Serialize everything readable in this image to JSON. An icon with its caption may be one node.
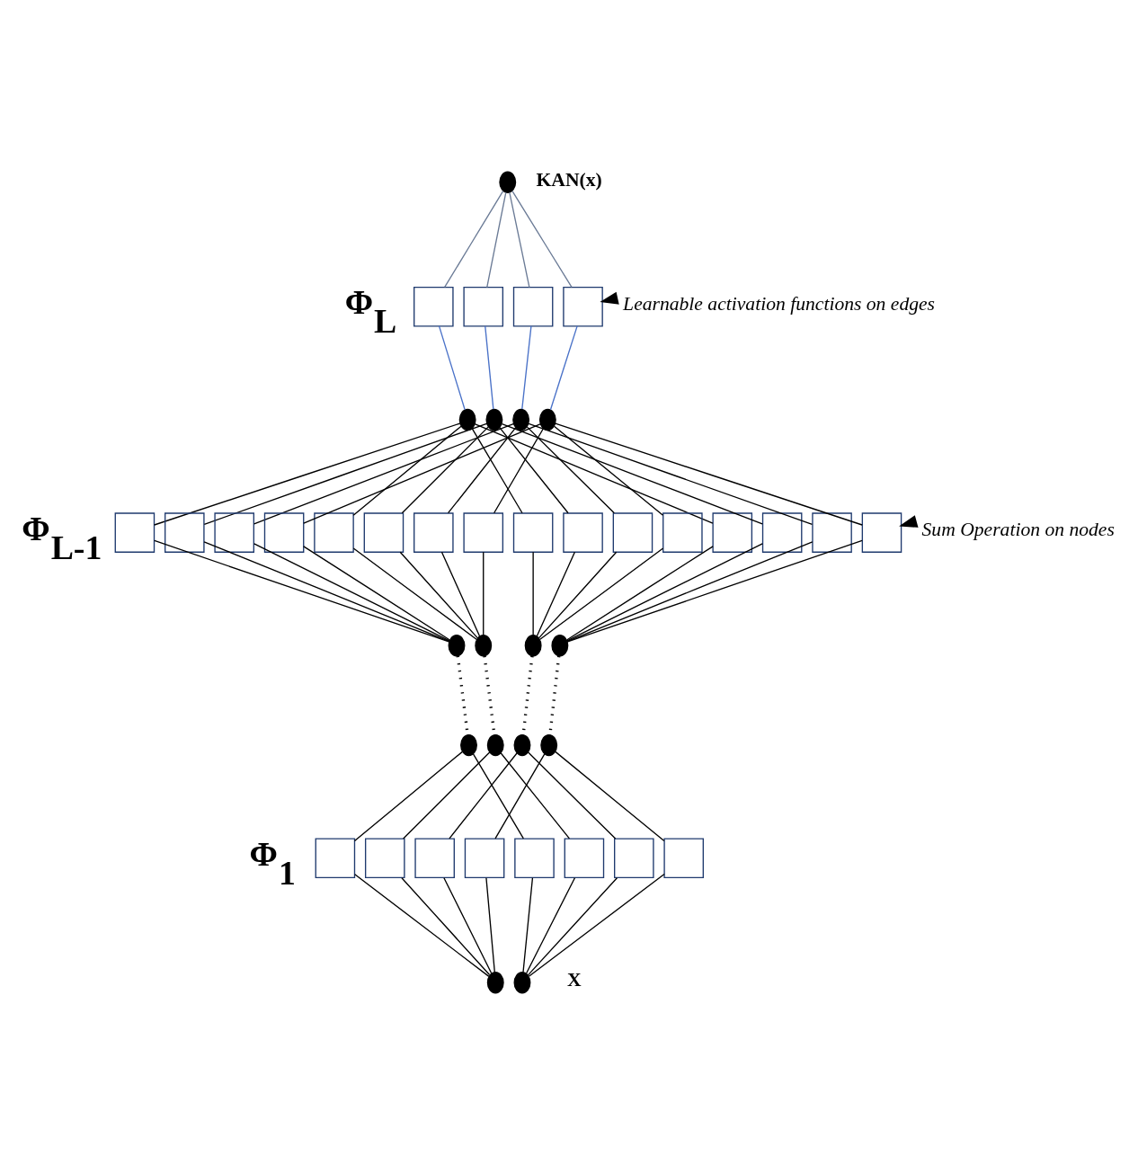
{
  "diagram": {
    "nodes": [
      {
        "text": [],
        "shape": "circle"
      },
      {
        "text": [],
        "shape": "box"
      },
      {
        "text": [],
        "shape": "box"
      },
      {
        "text": [],
        "shape": "box"
      },
      {
        "text": [],
        "shape": "box"
      },
      {
        "text": [],
        "shape": "circle"
      },
      {
        "text": [],
        "shape": "circle"
      },
      {
        "text": [],
        "shape": "circle"
      },
      {
        "text": [],
        "shape": "circle"
      },
      {
        "text": [],
        "shape": "box"
      },
      {
        "text": [],
        "shape": "box"
      },
      {
        "text": [],
        "shape": "box"
      },
      {
        "text": [],
        "shape": "box"
      },
      {
        "text": [],
        "shape": "box"
      },
      {
        "text": [],
        "shape": "box"
      },
      {
        "text": [],
        "shape": "box"
      },
      {
        "text": [],
        "shape": "box"
      },
      {
        "text": [],
        "shape": "box"
      },
      {
        "text": [],
        "shape": "box"
      },
      {
        "text": [],
        "shape": "box"
      },
      {
        "text": [],
        "shape": "box"
      },
      {
        "text": [],
        "shape": "box"
      },
      {
        "text": [],
        "shape": "box"
      },
      {
        "text": [],
        "shape": "box"
      },
      {
        "text": [],
        "shape": "box"
      },
      {
        "text": [],
        "shape": "circle"
      },
      {
        "text": [],
        "shape": "circle"
      },
      {
        "text": [],
        "shape": "circle"
      },
      {
        "text": [],
        "shape": "circle"
      },
      {
        "text": [],
        "shape": "circle"
      },
      {
        "text": [],
        "shape": "circle"
      },
      {
        "text": [],
        "shape": "circle"
      },
      {
        "text": [],
        "shape": "circle"
      },
      {
        "text": [],
        "shape": "box"
      },
      {
        "text": [],
        "shape": "box"
      },
      {
        "text": [],
        "shape": "box"
      },
      {
        "text": [],
        "shape": "box"
      },
      {
        "text": [],
        "shape": "box"
      },
      {
        "text": [],
        "shape": "box"
      },
      {
        "text": [],
        "shape": "box"
      },
      {
        "text": [],
        "shape": "box"
      },
      {
        "text": [],
        "shape": "circle"
      },
      {
        "text": [],
        "shape": "circle"
      },
      {
        "text": [
          "Learnable activation functions on edges"
        ]
      },
      {
        "text": [
          "Sum Operation on nodes"
        ]
      }
    ],
    "edges": [
      {
        "from": 0,
        "to": 1,
        "arrow": "none",
        "color": "#6b7b96"
      },
      {
        "from": 0,
        "to": 2,
        "arrow": "none",
        "color": "#6b7b96"
      },
      {
        "from": 0,
        "to": 3,
        "arrow": "none",
        "color": "#6b7b96"
      },
      {
        "from": 0,
        "to": 4,
        "arrow": "none",
        "color": "#6b7b96"
      },
      {
        "from": 1,
        "to": 5,
        "arrow": "none",
        "color": "#4a72c8"
      },
      {
        "from": 2,
        "to": 6,
        "arrow": "none",
        "color": "#4a72c8"
      },
      {
        "from": 3,
        "to": 7,
        "arrow": "none",
        "color": "#4a72c8"
      },
      {
        "from": 4,
        "to": 8,
        "arrow": "none",
        "color": "#4a72c8"
      },
      {
        "from": 5,
        "to": 9,
        "arrow": "none"
      },
      {
        "from": 6,
        "to": 10,
        "arrow": "none"
      },
      {
        "from": 7,
        "to": 11,
        "arrow": "none"
      },
      {
        "from": 8,
        "to": 12,
        "arrow": "none"
      },
      {
        "from": 5,
        "to": 13,
        "arrow": "none"
      },
      {
        "from": 6,
        "to": 14,
        "arrow": "none"
      },
      {
        "from": 7,
        "to": 15,
        "arrow": "none"
      },
      {
        "from": 8,
        "to": 16,
        "arrow": "none"
      },
      {
        "from": 5,
        "to": 17,
        "arrow": "none"
      },
      {
        "from": 6,
        "to": 18,
        "arrow": "none"
      },
      {
        "from": 7,
        "to": 19,
        "arrow": "none"
      },
      {
        "from": 8,
        "to": 20,
        "arrow": "none"
      },
      {
        "from": 5,
        "to": 21,
        "arrow": "none"
      },
      {
        "from": 6,
        "to": 22,
        "arrow": "none"
      },
      {
        "from": 7,
        "to": 23,
        "arrow": "none"
      },
      {
        "from": 8,
        "to": 24,
        "arrow": "none"
      },
      {
        "from": 9,
        "to": 25,
        "arrow": "none"
      },
      {
        "from": 10,
        "to": 25,
        "arrow": "none"
      },
      {
        "from": 11,
        "to": 25,
        "arrow": "none"
      },
      {
        "from": 12,
        "to": 25,
        "arrow": "none"
      },
      {
        "from": 13,
        "to": 26,
        "arrow": "none"
      },
      {
        "from": 14,
        "to": 26,
        "arrow": "none"
      },
      {
        "from": 15,
        "to": 26,
        "arrow": "none"
      },
      {
        "from": 16,
        "to": 26,
        "arrow": "none"
      },
      {
        "from": 17,
        "to": 27,
        "arrow": "none"
      },
      {
        "from": 18,
        "to": 27,
        "arrow": "none"
      },
      {
        "from": 19,
        "to": 27,
        "arrow": "none"
      },
      {
        "from": 20,
        "to": 27,
        "arrow": "none"
      },
      {
        "from": 21,
        "to": 28,
        "arrow": "none"
      },
      {
        "from": 22,
        "to": 28,
        "arrow": "none"
      },
      {
        "from": 23,
        "to": 28,
        "arrow": "none"
      },
      {
        "from": 24,
        "to": 28,
        "arrow": "none"
      },
      {
        "from": 25,
        "to": 29,
        "arrow": "none",
        "style": "dashed"
      },
      {
        "from": 26,
        "to": 30,
        "arrow": "none",
        "style": "dashed"
      },
      {
        "from": 27,
        "to": 31,
        "arrow": "none",
        "style": "dashed"
      },
      {
        "from": 28,
        "to": 32,
        "arrow": "none",
        "style": "dashed"
      },
      {
        "from": 29,
        "to": 33,
        "arrow": "none"
      },
      {
        "from": 30,
        "to": 34,
        "arrow": "none"
      },
      {
        "from": 31,
        "to": 35,
        "arrow": "none"
      },
      {
        "from": 32,
        "to": 36,
        "arrow": "none"
      },
      {
        "from": 29,
        "to": 37,
        "arrow": "none"
      },
      {
        "from": 30,
        "to": 38,
        "arrow": "none"
      },
      {
        "from": 31,
        "to": 39,
        "arrow": "none"
      },
      {
        "from": 32,
        "to": 40,
        "arrow": "none"
      },
      {
        "from": 33,
        "to": 41,
        "arrow": "none"
      },
      {
        "from": 34,
        "to": 41,
        "arrow": "none"
      },
      {
        "from": 35,
        "to": 41,
        "arrow": "none"
      },
      {
        "from": 36,
        "to": 41,
        "arrow": "none"
      },
      {
        "from": 37,
        "to": 42,
        "arrow": "none"
      },
      {
        "from": 38,
        "to": 42,
        "arrow": "none"
      },
      {
        "from": 39,
        "to": 42,
        "arrow": "none"
      },
      {
        "from": 40,
        "to": 42,
        "arrow": "none"
      },
      {
        "from": 43,
        "to": 4,
        "arrow": "to"
      },
      {
        "from": 44,
        "to": 24,
        "arrow": "to"
      }
    ],
    "labels": [
      "KAN(x)",
      "Φ$_{L}$",
      "Φ$_{L-1}$",
      "Φ$_{1}$",
      "X"
    ]
  }
}
